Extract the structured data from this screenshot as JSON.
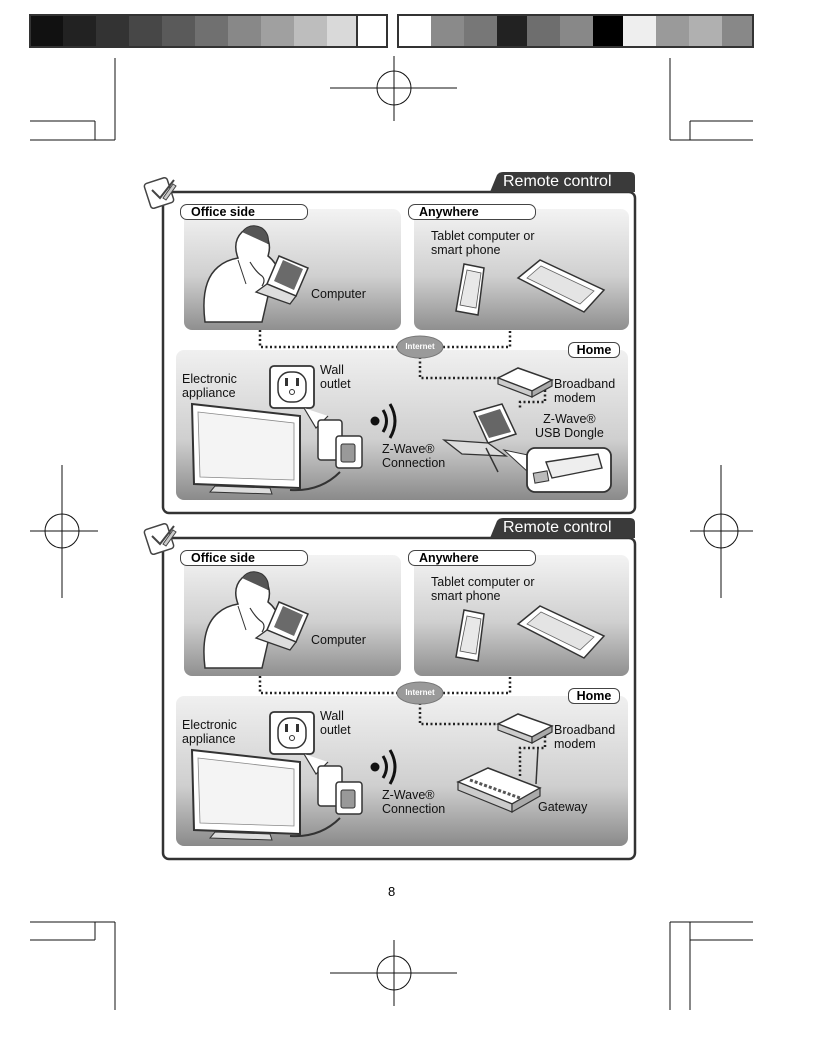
{
  "page_number": "8",
  "colors": {
    "panel_border": "#333333",
    "tab_bg": "#3a3a3a",
    "gradient_light": "#f2f2f2",
    "gradient_dark": "#8c8c8c"
  },
  "diagrams": [
    {
      "tab_title": "Remote control",
      "office_header": "Office side",
      "anywhere_header": "Anywhere",
      "tablet_label": "Tablet computer or\nsmart phone",
      "computer_label": "Computer",
      "internet_label": "Internet",
      "home_label": "Home",
      "electronic_label": "Electronic\nappliance",
      "wall_outlet_label": "Wall\noutlet",
      "broadband_label": "Broadband\nmodem",
      "zwave_connection_label": "Z-Wave®\nConnection",
      "device_label": "Z-Wave®\nUSB Dongle"
    },
    {
      "tab_title": "Remote control",
      "office_header": "Office side",
      "anywhere_header": "Anywhere",
      "tablet_label": "Tablet computer or\nsmart phone",
      "computer_label": "Computer",
      "internet_label": "Internet",
      "home_label": "Home",
      "electronic_label": "Electronic\nappliance",
      "wall_outlet_label": "Wall\noutlet",
      "broadband_label": "Broadband\nmodem",
      "zwave_connection_label": "Z-Wave®\nConnection",
      "device_label": "Gateway"
    }
  ]
}
